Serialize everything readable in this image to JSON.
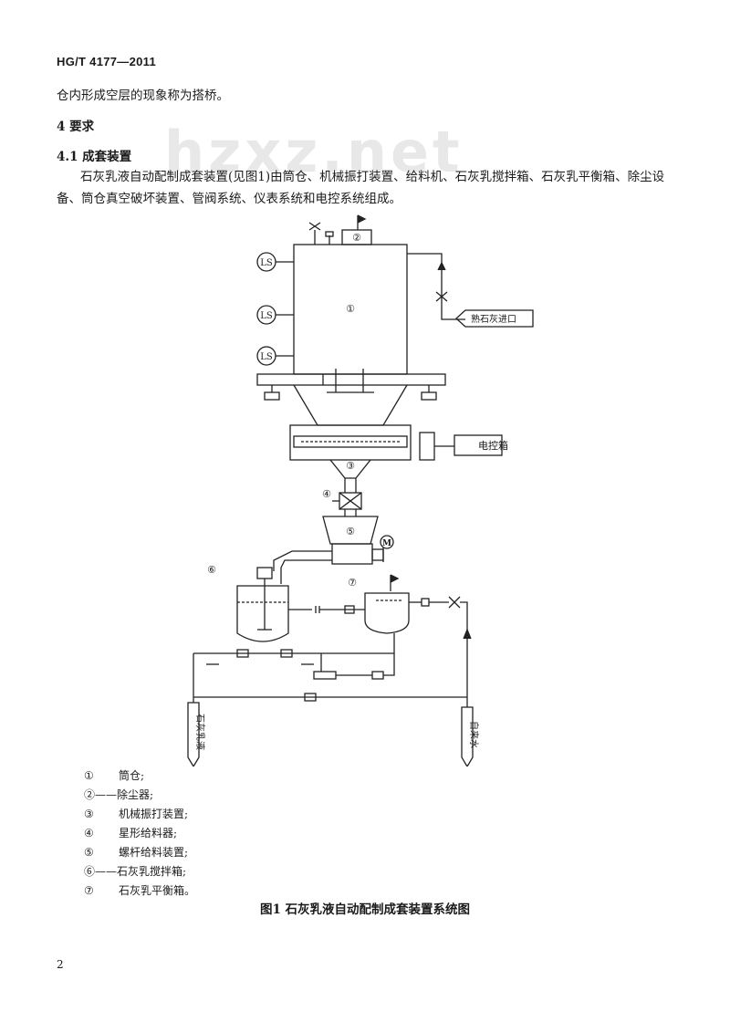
{
  "header": {
    "standard_code": "HG/T 4177—2011"
  },
  "body": {
    "continuation_line": "仓内形成空层的现象称为搭桥。",
    "section_4_title": "4  要求",
    "section_4_1_title": "4.1  成套装置",
    "paragraph": "石灰乳液自动配制成套装置(见图1)由筒仓、机械振打装置、给料机、石灰乳搅拌箱、石灰乳平衡箱、除尘设备、筒仓真空破坏装置、管阀系统、仪表系统和电控系统组成。"
  },
  "watermark": "hzxz.net",
  "figure": {
    "labels": {
      "ls": "LS",
      "control_box": "电控箱",
      "quicklime_inlet": "熟石灰进口",
      "lime_milk_outlet": "石灰乳液",
      "tap_water": "自来水",
      "motor": "M",
      "n1": "①",
      "n2": "②",
      "n3": "③",
      "n4": "④",
      "n5": "⑤",
      "n6": "⑥",
      "n7": "⑦"
    },
    "legend": [
      {
        "num": "①",
        "sep": "",
        "text": "筒仓;"
      },
      {
        "num": "②",
        "sep": "——",
        "text": "除尘器;"
      },
      {
        "num": "③",
        "sep": "",
        "text": "机械振打装置;"
      },
      {
        "num": "④",
        "sep": "",
        "text": "星形给料器;"
      },
      {
        "num": "⑤",
        "sep": "",
        "text": "螺杆给料装置;"
      },
      {
        "num": "⑥",
        "sep": "——",
        "text": "石灰乳搅拌箱;"
      },
      {
        "num": "⑦",
        "sep": "",
        "text": "石灰乳平衡箱。"
      }
    ],
    "caption": "图1  石灰乳液自动配制成套装置系统图"
  },
  "footer": {
    "page_number": "2"
  }
}
